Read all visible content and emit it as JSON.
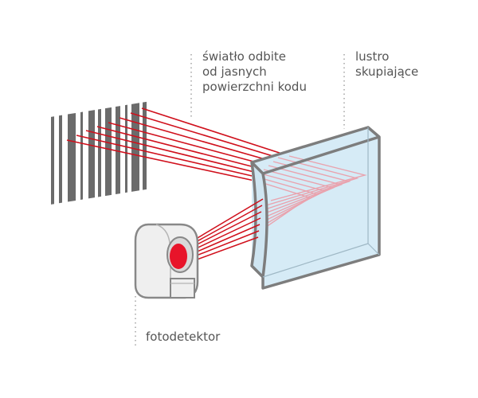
{
  "labels": {
    "reflected_light": [
      "światło odbite",
      "od jasnych",
      "powierzchni kodu"
    ],
    "mirror": [
      "lustro",
      "skupiające"
    ],
    "photodetector": "fotodetektor"
  },
  "colors": {
    "beam": "#d0101c",
    "beam_faded": "#e9a3ae",
    "barcode": "#6b6b6b",
    "mirror_fill": "#d6ebf6",
    "mirror_edge": "#7d7d7d",
    "leader": "#a8a8a8",
    "detector_body": "#efefef",
    "detector_outline": "#888888",
    "detector_lens": "#e8142a"
  }
}
